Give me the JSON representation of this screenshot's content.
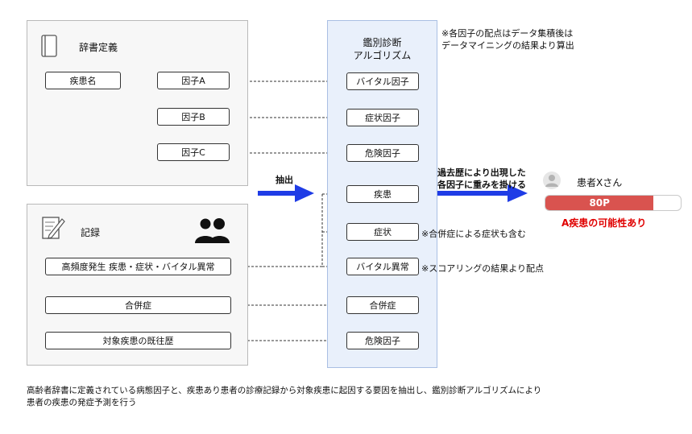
{
  "dictionary": {
    "title": "辞書定義",
    "disease_name": "疾患名",
    "factors": [
      "因子A",
      "因子B",
      "因子C"
    ]
  },
  "records": {
    "title": "記録",
    "items": [
      "高頻度発生 疾患・症状・バイタル異常",
      "合併症",
      "対象疾患の既往歴"
    ]
  },
  "algorithm": {
    "title_line1": "鑑別診断",
    "title_line2": "アルゴリズム",
    "boxes": [
      "バイタル因子",
      "症状因子",
      "危険因子",
      "疾患",
      "症状",
      "バイタル異常",
      "合併症",
      "危険因子"
    ]
  },
  "notes": {
    "top_line1": "※各因子の配点はデータ集積後は",
    "top_line2": "データマイニングの結果より算出",
    "complication": "※合併症による症状も含む",
    "scoring": "※スコアリングの結果より配点"
  },
  "extract_label": "抽出",
  "weight_label_line1": "過去歴により出現した",
  "weight_label_line2": "各因子に重みを掛ける",
  "patient": {
    "name": "患者Xさん",
    "score_text": "80P",
    "score_fraction": 0.8,
    "verdict": "A疾患の可能性あり"
  },
  "caption": {
    "line1": "高齢者辞書に定義されている病態因子と、疾患あり患者の診療記録から対象疾患に起因する要因を抽出し、鑑別診断アルゴリズムにより",
    "line2": "患者の疾患の発症予測を行う"
  },
  "colors": {
    "arrow": "#1f3ce6",
    "bar_fill": "#d9534f",
    "bar_bg": "#ffffff",
    "verdict": "#e00000",
    "algo_bg": "#e9f0fb"
  }
}
